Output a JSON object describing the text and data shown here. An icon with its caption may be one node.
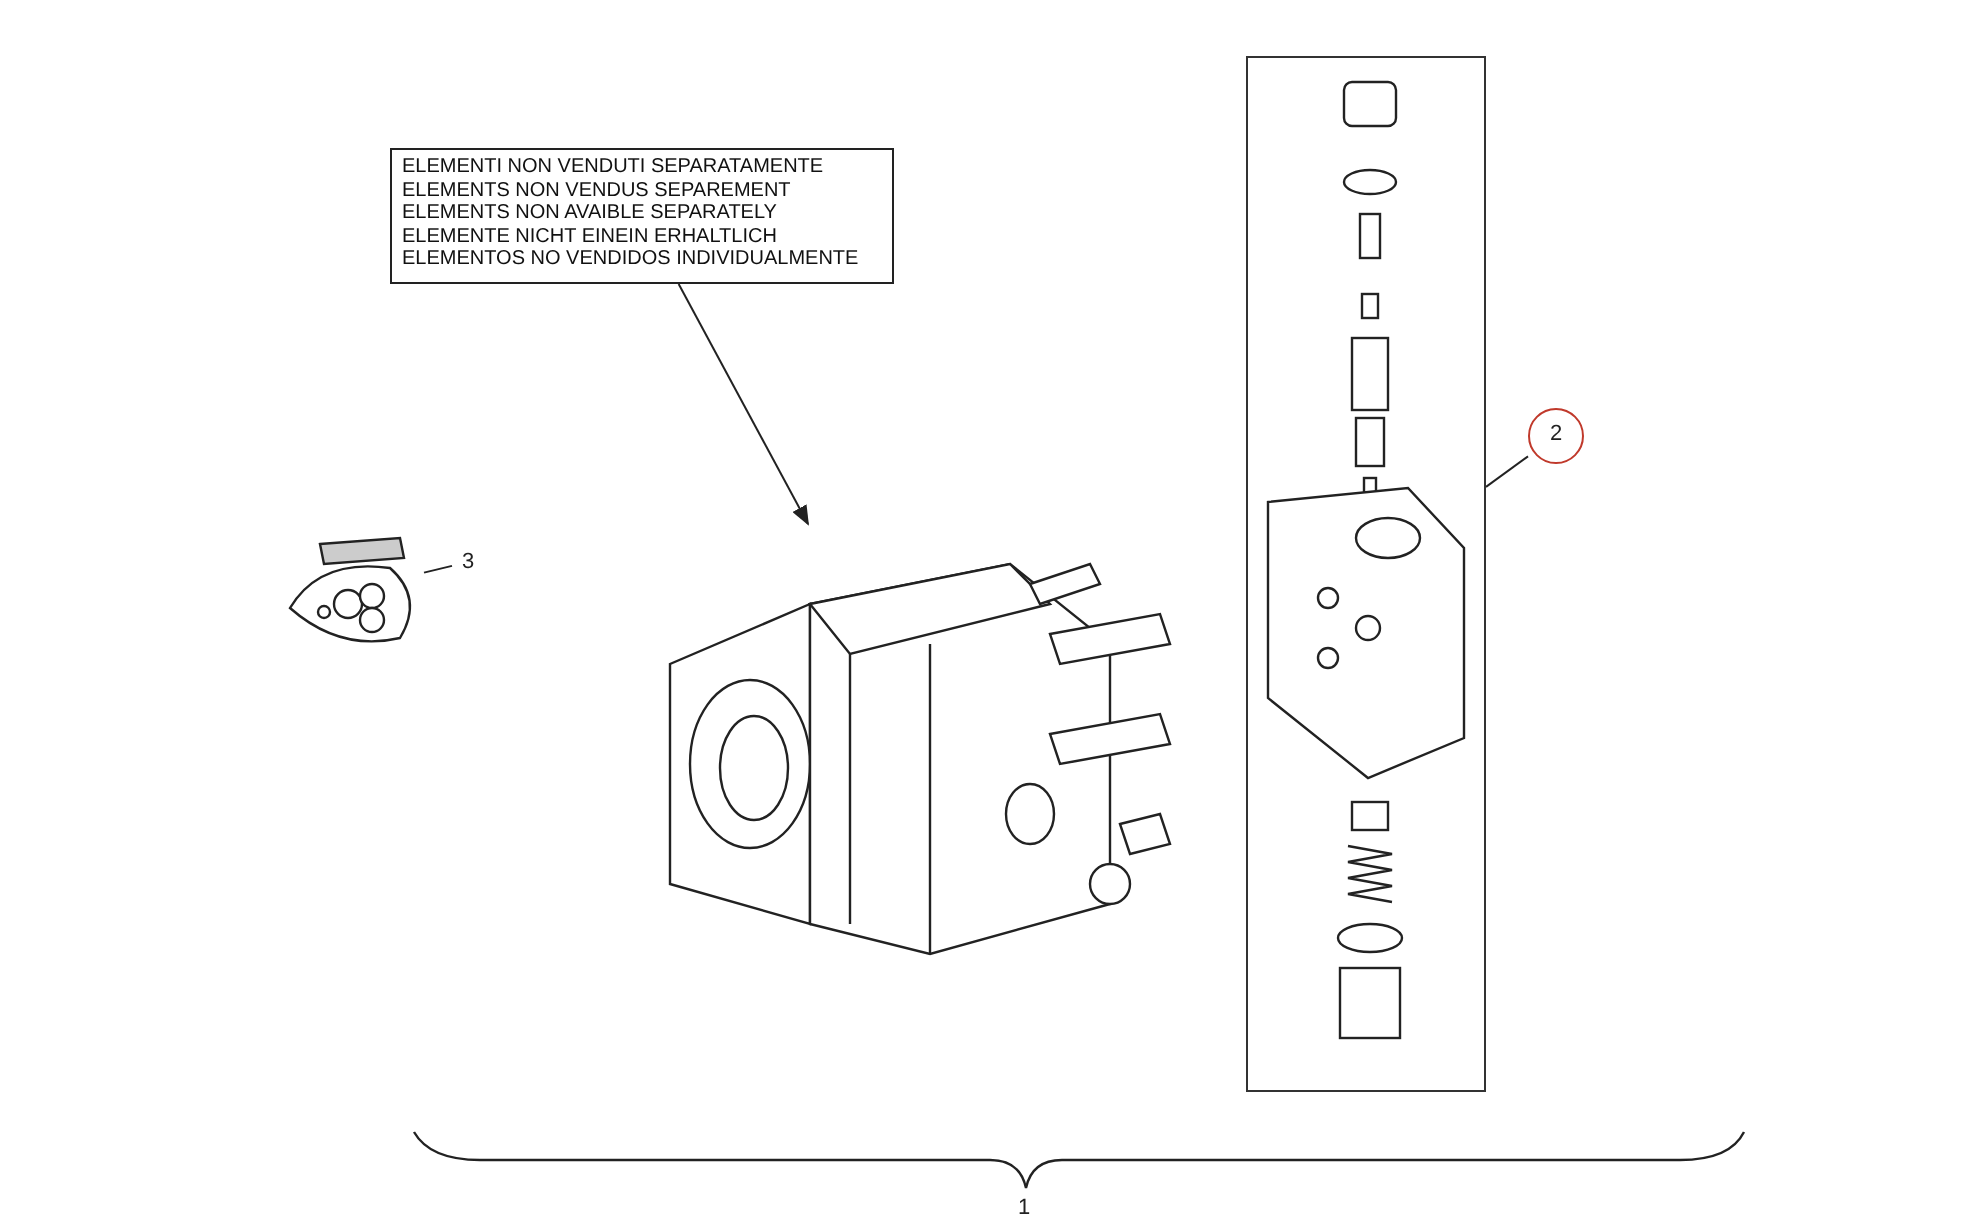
{
  "diagram": {
    "nodes": [
      {
        "text": [
          "ELEMENTI NON VENDUTI SEPARATAMENTE",
          "ELEMENTS NON VENDUS SEPAREMENT",
          "ELEMENTS NON AVAIBLE SEPARATELY",
          "ELEMENTE NICHT EINEIN ERHALTLICH",
          "ELEMENTOS NO VENDIDOS INDIVIDUALMENTE"
        ]
      },
      {
        "text": [],
        "shape": "picture"
      },
      {
        "text": [
          "3"
        ]
      },
      {
        "text": [],
        "shape": "picture"
      },
      {
        "text": [
          "2"
        ]
      },
      {
        "text": [],
        "shape": "box"
      }
    ],
    "edges": [
      {
        "from": 0,
        "to": 1,
        "arrow": "to"
      },
      {
        "from": 2,
        "to": 3,
        "arrow": "none"
      },
      {
        "from": 4,
        "to": 5,
        "arrow": "none"
      }
    ],
    "labels": [
      "1"
    ]
  }
}
